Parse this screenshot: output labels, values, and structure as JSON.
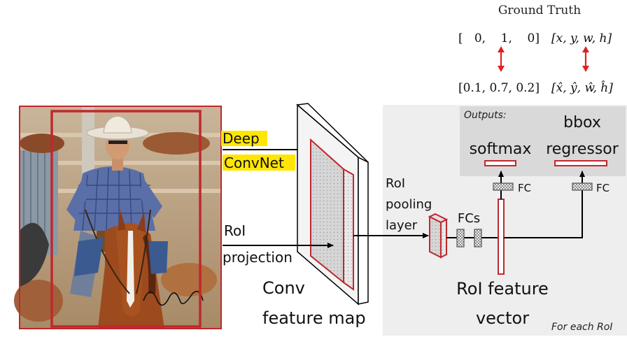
{
  "ground_truth": {
    "title": "Ground Truth",
    "class_vector": "[   0,    1,    0]",
    "bbox_vector": "[x, y, w, h]"
  },
  "prediction": {
    "class_vector": "[0.1, 0.7, 0.2]",
    "bbox_vector": "[x̂, ŷ, ŵ, ĥ]"
  },
  "labels": {
    "deep": "Deep",
    "convnet": "ConvNet",
    "roi": "RoI",
    "projection": "projection",
    "conv": "Conv",
    "feature_map": "feature map",
    "roi_pooling_1": "RoI",
    "roi_pooling_2": "pooling",
    "roi_pooling_3": "layer",
    "fcs": "FCs",
    "roi_feature": "RoI feature",
    "vector": "vector",
    "outputs": "Outputs:",
    "softmax": "softmax",
    "bbox": "bbox",
    "regressor": "regressor",
    "fc_left": "FC",
    "fc_right": "FC",
    "for_each_roi": "For each RoI"
  },
  "colors": {
    "accent_red": "#c0282d",
    "arrow_red": "#e0201f",
    "highlight": "#ffe600",
    "panel_gray": "#eeeeee",
    "outputs_gray": "#d9d9d9"
  }
}
